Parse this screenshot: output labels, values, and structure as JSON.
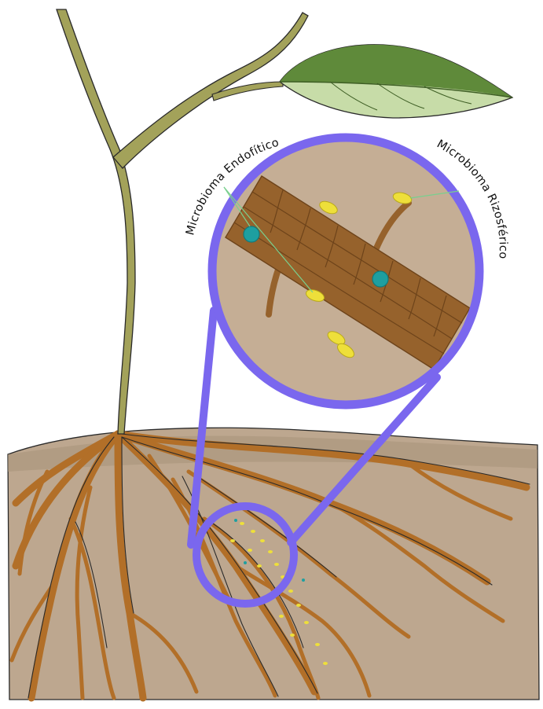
{
  "labels": {
    "endofitico": "Microbioma Endofítico",
    "rizosferico": "Microbioma Rizosférico"
  },
  "colors": {
    "soil": "#bda78f",
    "soil_dark": "#a8937a",
    "root": "#b26f28",
    "root_dark": "#7e4f1f",
    "stem": "#a3a25a",
    "leaf_dark": "#5f8a3a",
    "leaf_light": "#c7dca8",
    "magnifier_ring": "#7a67ee",
    "magnifier_bg": "#c5ae95",
    "root_segment": "#96622c",
    "endophyte_cell": "#1e9fa0",
    "rhizosphere_cell": "#eedf3a",
    "pointer_line": "#79cf8e"
  },
  "icons": {
    "plant": "plant-illustration",
    "soil": "soil-block",
    "magnifier": "magnifier-lens",
    "bacteria": "microbe-cell"
  }
}
